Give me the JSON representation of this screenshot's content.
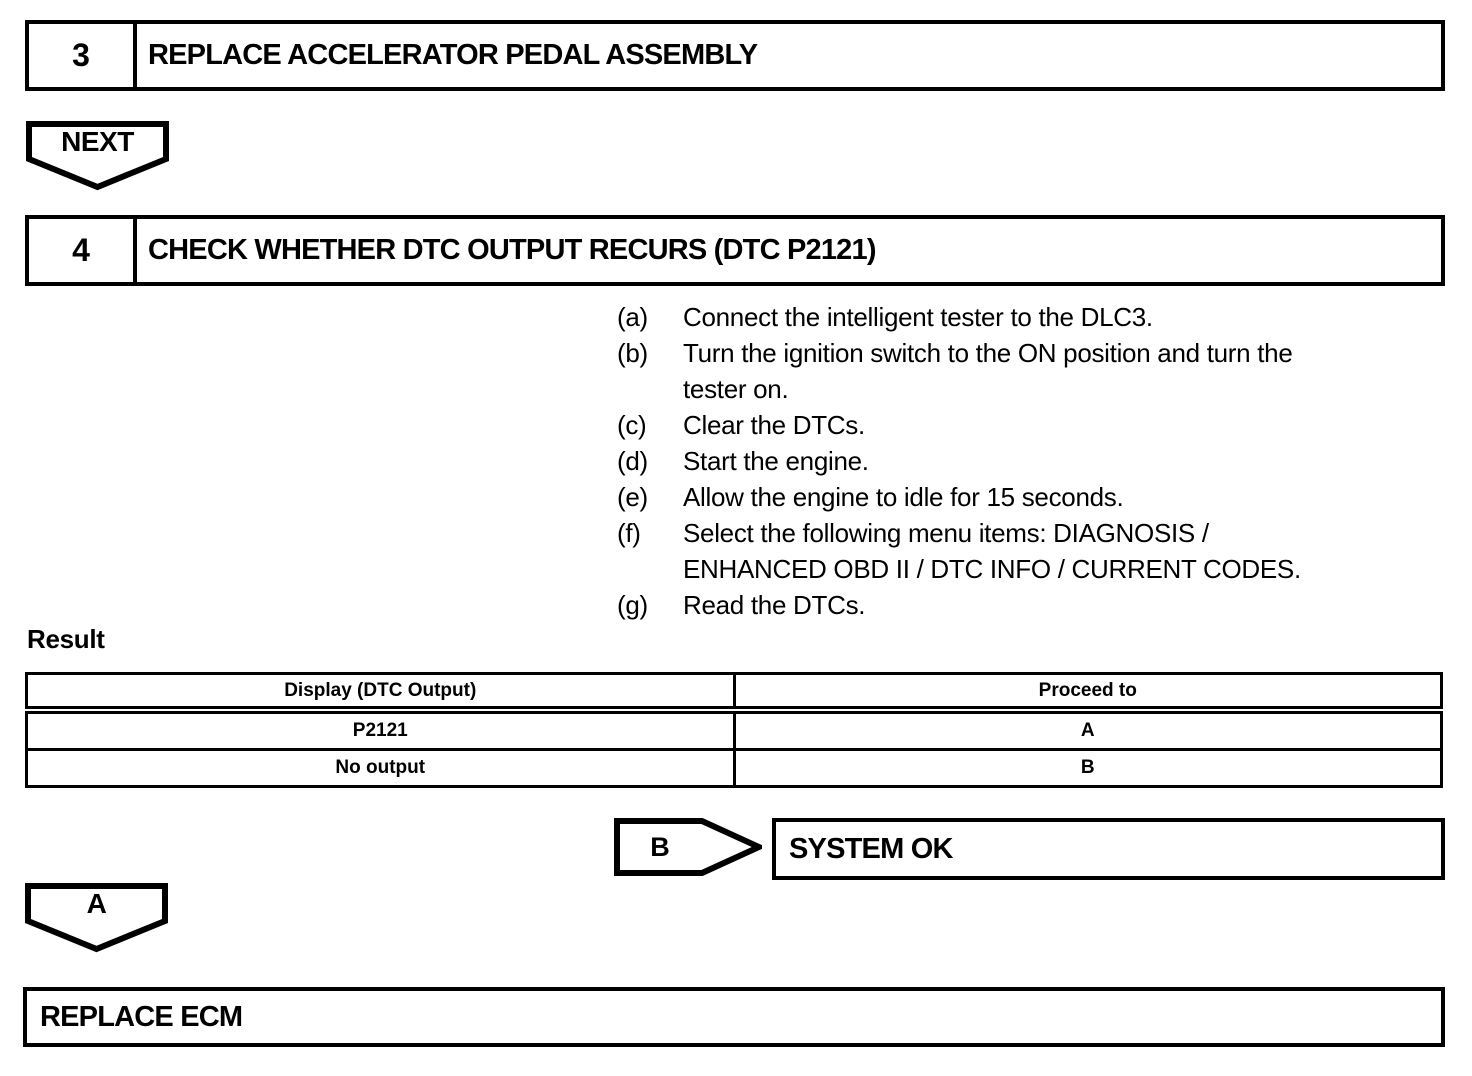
{
  "colors": {
    "ink": "#000000",
    "paper": "#ffffff"
  },
  "procedure": {
    "step3": {
      "number": "3",
      "title": "REPLACE ACCELERATOR PEDAL ASSEMBLY"
    },
    "next_connector": {
      "label": "NEXT"
    },
    "step4": {
      "number": "4",
      "title": "CHECK WHETHER DTC OUTPUT RECURS (DTC P2121)"
    },
    "instructions": [
      {
        "label": "(a)",
        "text": "Connect the intelligent tester to the DLC3."
      },
      {
        "label": "(b)",
        "text": "Turn the ignition switch to the ON position and turn the\ntester on."
      },
      {
        "label": "(c)",
        "text": "Clear the DTCs."
      },
      {
        "label": "(d)",
        "text": "Start the engine."
      },
      {
        "label": "(e)",
        "text": "Allow the engine to idle for 15 seconds."
      },
      {
        "label": "(f)",
        "text": "Select the following menu items: DIAGNOSIS /\nENHANCED OBD II / DTC INFO / CURRENT CODES."
      },
      {
        "label": "(g)",
        "text": "Read the DTCs."
      }
    ],
    "result": {
      "heading": "Result",
      "table": {
        "columns": [
          "Display (DTC Output)",
          "Proceed to"
        ],
        "rows": [
          {
            "display": "P2121",
            "proceed_to": "A"
          },
          {
            "display": "No output",
            "proceed_to": "B"
          }
        ]
      }
    },
    "branch_b": {
      "label": "B",
      "action": "SYSTEM OK"
    },
    "branch_a": {
      "label": "A",
      "action": "REPLACE ECM"
    }
  }
}
